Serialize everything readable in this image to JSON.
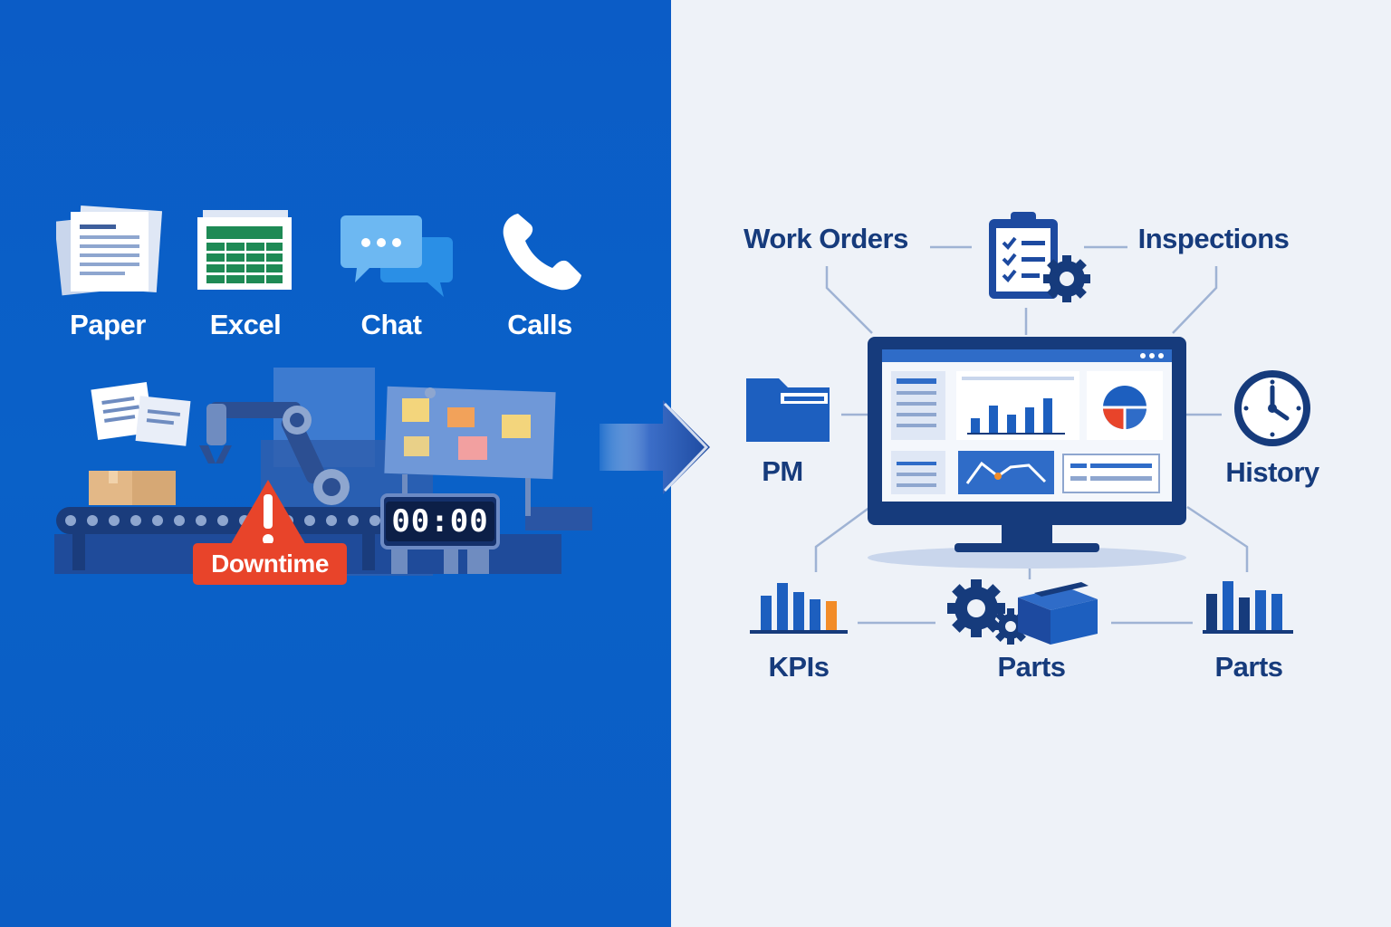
{
  "left_panel": {
    "sources": [
      {
        "label": "Paper",
        "icon": "paper-documents-icon"
      },
      {
        "label": "Excel",
        "icon": "spreadsheet-icon"
      },
      {
        "label": "Chat",
        "icon": "chat-bubbles-icon"
      },
      {
        "label": "Calls",
        "icon": "phone-icon"
      }
    ],
    "downtime_label": "Downtime",
    "timer_readout": "00:00"
  },
  "right_panel": {
    "nodes": {
      "work_orders": "Work Orders",
      "inspections": "Inspections",
      "pm": "PM",
      "history": "History",
      "kpis": "KPIs",
      "parts_center": "Parts",
      "parts_right": "Parts"
    }
  },
  "colors": {
    "left_bg": "#0b5cc6",
    "right_bg": "#eef2f8",
    "navy": "#163b7c",
    "accent_orange": "#f28c28",
    "alert_red": "#e8442a"
  }
}
